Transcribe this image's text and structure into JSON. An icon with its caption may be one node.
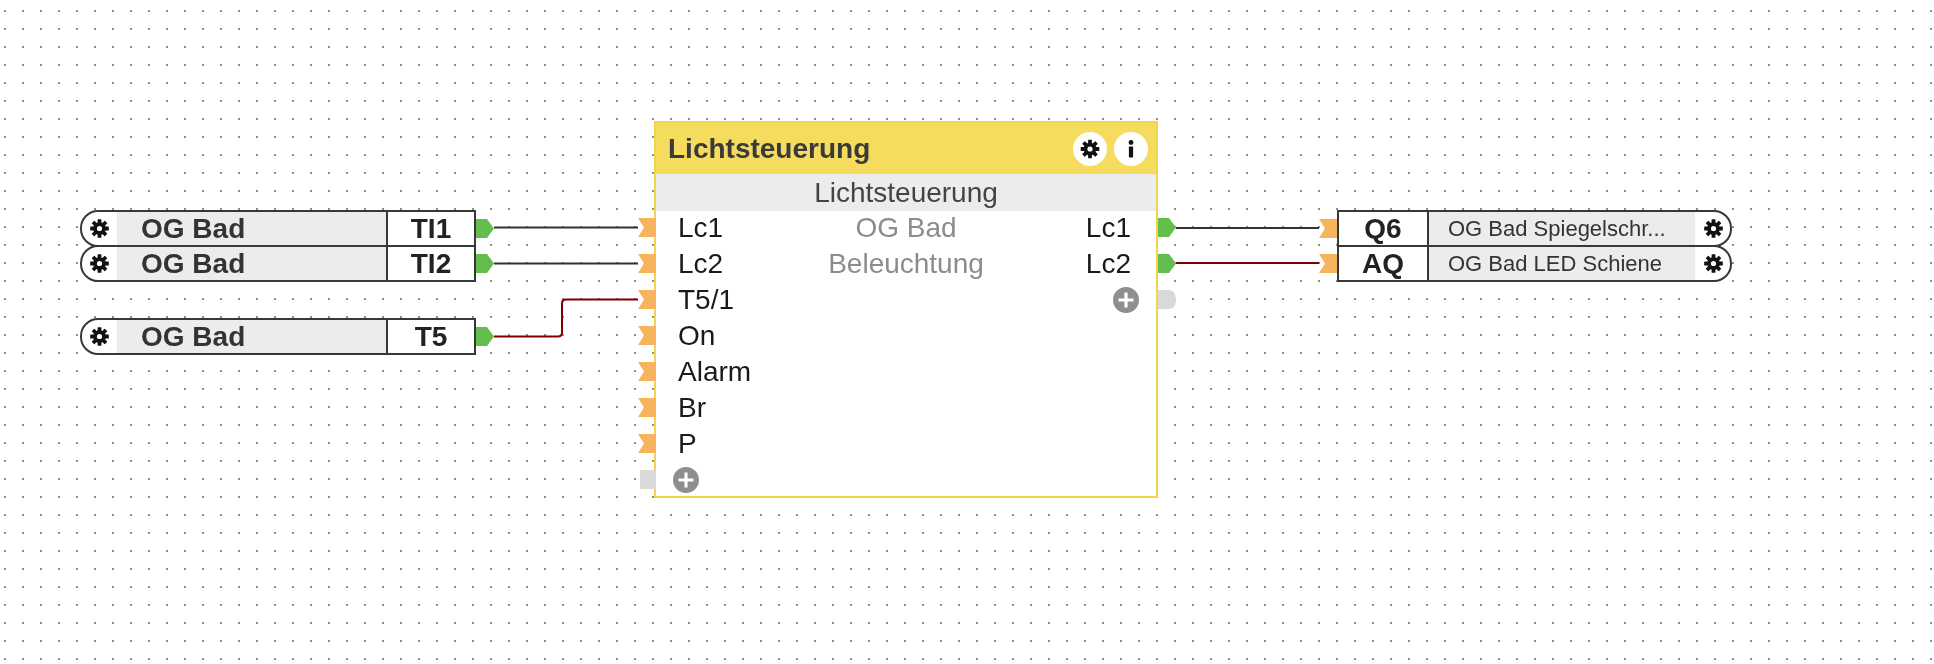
{
  "diagram": {
    "nodes": [
      {
        "text": [
          "OG Bad",
          "TI1"
        ]
      },
      {
        "text": [
          "OG Bad",
          "TI2"
        ]
      },
      {
        "text": [
          "OG Bad",
          "T5"
        ]
      },
      {
        "text": [
          "Lichtsteuerung",
          "Lichtsteuerung",
          "OG Bad",
          "Beleuchtung"
        ]
      },
      {
        "text": [
          "Lc1"
        ],
        "in": 3
      },
      {
        "text": [
          "Lc2"
        ],
        "in": 3
      },
      {
        "text": [
          "T5/1"
        ],
        "in": 3
      },
      {
        "text": [
          "Lc1"
        ],
        "in": 3
      },
      {
        "text": [
          "Lc2"
        ],
        "in": 3
      },
      {
        "text": [
          "Q6",
          "OG Bad Spiegelschr..."
        ]
      },
      {
        "text": [
          "AQ",
          "OG Bad LED Schiene"
        ]
      }
    ],
    "edges": [
      {
        "from": 0,
        "to": 4,
        "arrow": "none"
      },
      {
        "from": 1,
        "to": 5,
        "arrow": "none"
      },
      {
        "from": 2,
        "to": 6,
        "arrow": "none",
        "color": "#800000"
      },
      {
        "from": 7,
        "to": 9,
        "arrow": "none"
      },
      {
        "from": 8,
        "to": 10,
        "arrow": "none",
        "color": "#800000"
      }
    ],
    "labels": [
      "On",
      "Alarm",
      "Br",
      "P"
    ]
  }
}
